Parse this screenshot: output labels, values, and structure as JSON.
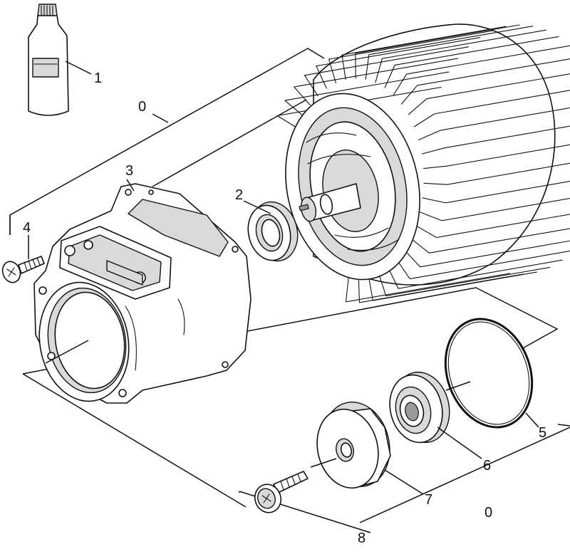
{
  "diagram": {
    "callouts": [
      {
        "id": "oil-bottle",
        "label": "1"
      },
      {
        "id": "shaft-seal",
        "label": "2"
      },
      {
        "id": "motor-flange",
        "label": "3"
      },
      {
        "id": "flange-screw",
        "label": "4"
      },
      {
        "id": "o-ring",
        "label": "5"
      },
      {
        "id": "ball-bearing",
        "label": "6"
      },
      {
        "id": "bearing-cover",
        "label": "7"
      },
      {
        "id": "cover-screw",
        "label": "8"
      },
      {
        "id": "assembly-upper",
        "label": "0"
      },
      {
        "id": "assembly-lower",
        "label": "0"
      }
    ],
    "colors": {
      "line": "#111111",
      "shade": "#d9d9d9",
      "background": "#ffffff"
    },
    "icons": [
      "bottle-icon",
      "screw-icon",
      "bearing-icon",
      "ring-icon"
    ]
  }
}
